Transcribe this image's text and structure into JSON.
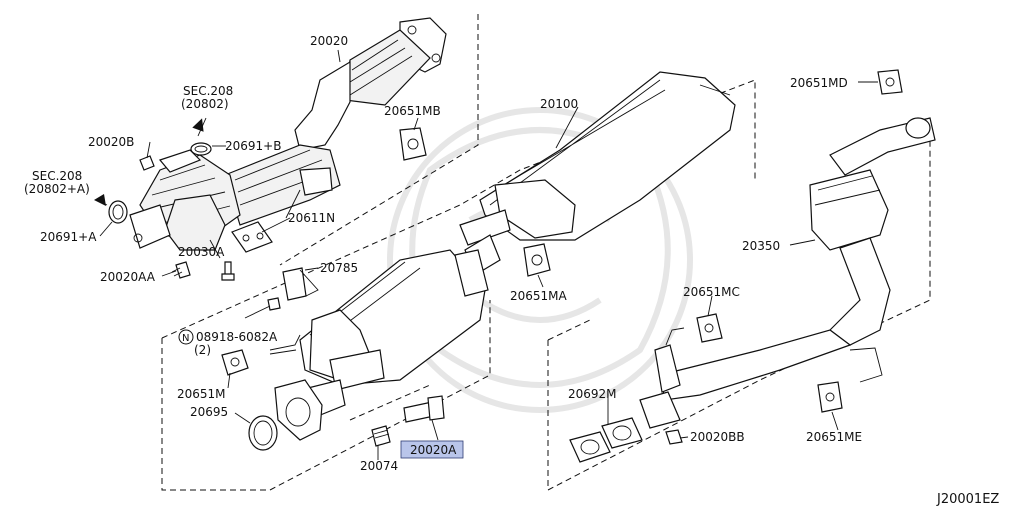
{
  "diagram_code": "J20001EZ",
  "highlight_color": "#b9c5ea",
  "callouts": {
    "p20020": "20020",
    "sec208a_line1": "SEC.208",
    "sec208a_line2": "(20802)",
    "p20691b": "20691+B",
    "p20020b": "20020B",
    "sec208b_line1": "SEC.208",
    "sec208b_line2": "(20802+A)",
    "p20691a": "20691+A",
    "p20611n": "20611N",
    "p20030a": "20030A",
    "p20020aa": "20020AA",
    "p20785": "20785",
    "p08918": "08918-6082A",
    "p08918_qty": "(2)",
    "p20651m": "20651M",
    "p20695": "20695",
    "p20074": "20074",
    "p20020a": "20020A",
    "p20651mb": "20651MB",
    "p20100": "20100",
    "p20651ma": "20651MA",
    "p20651md": "20651MD",
    "p20350": "20350",
    "p20651mc": "20651MC",
    "p20692m": "20692M",
    "p20020bb": "20020BB",
    "p20651me": "20651ME"
  }
}
